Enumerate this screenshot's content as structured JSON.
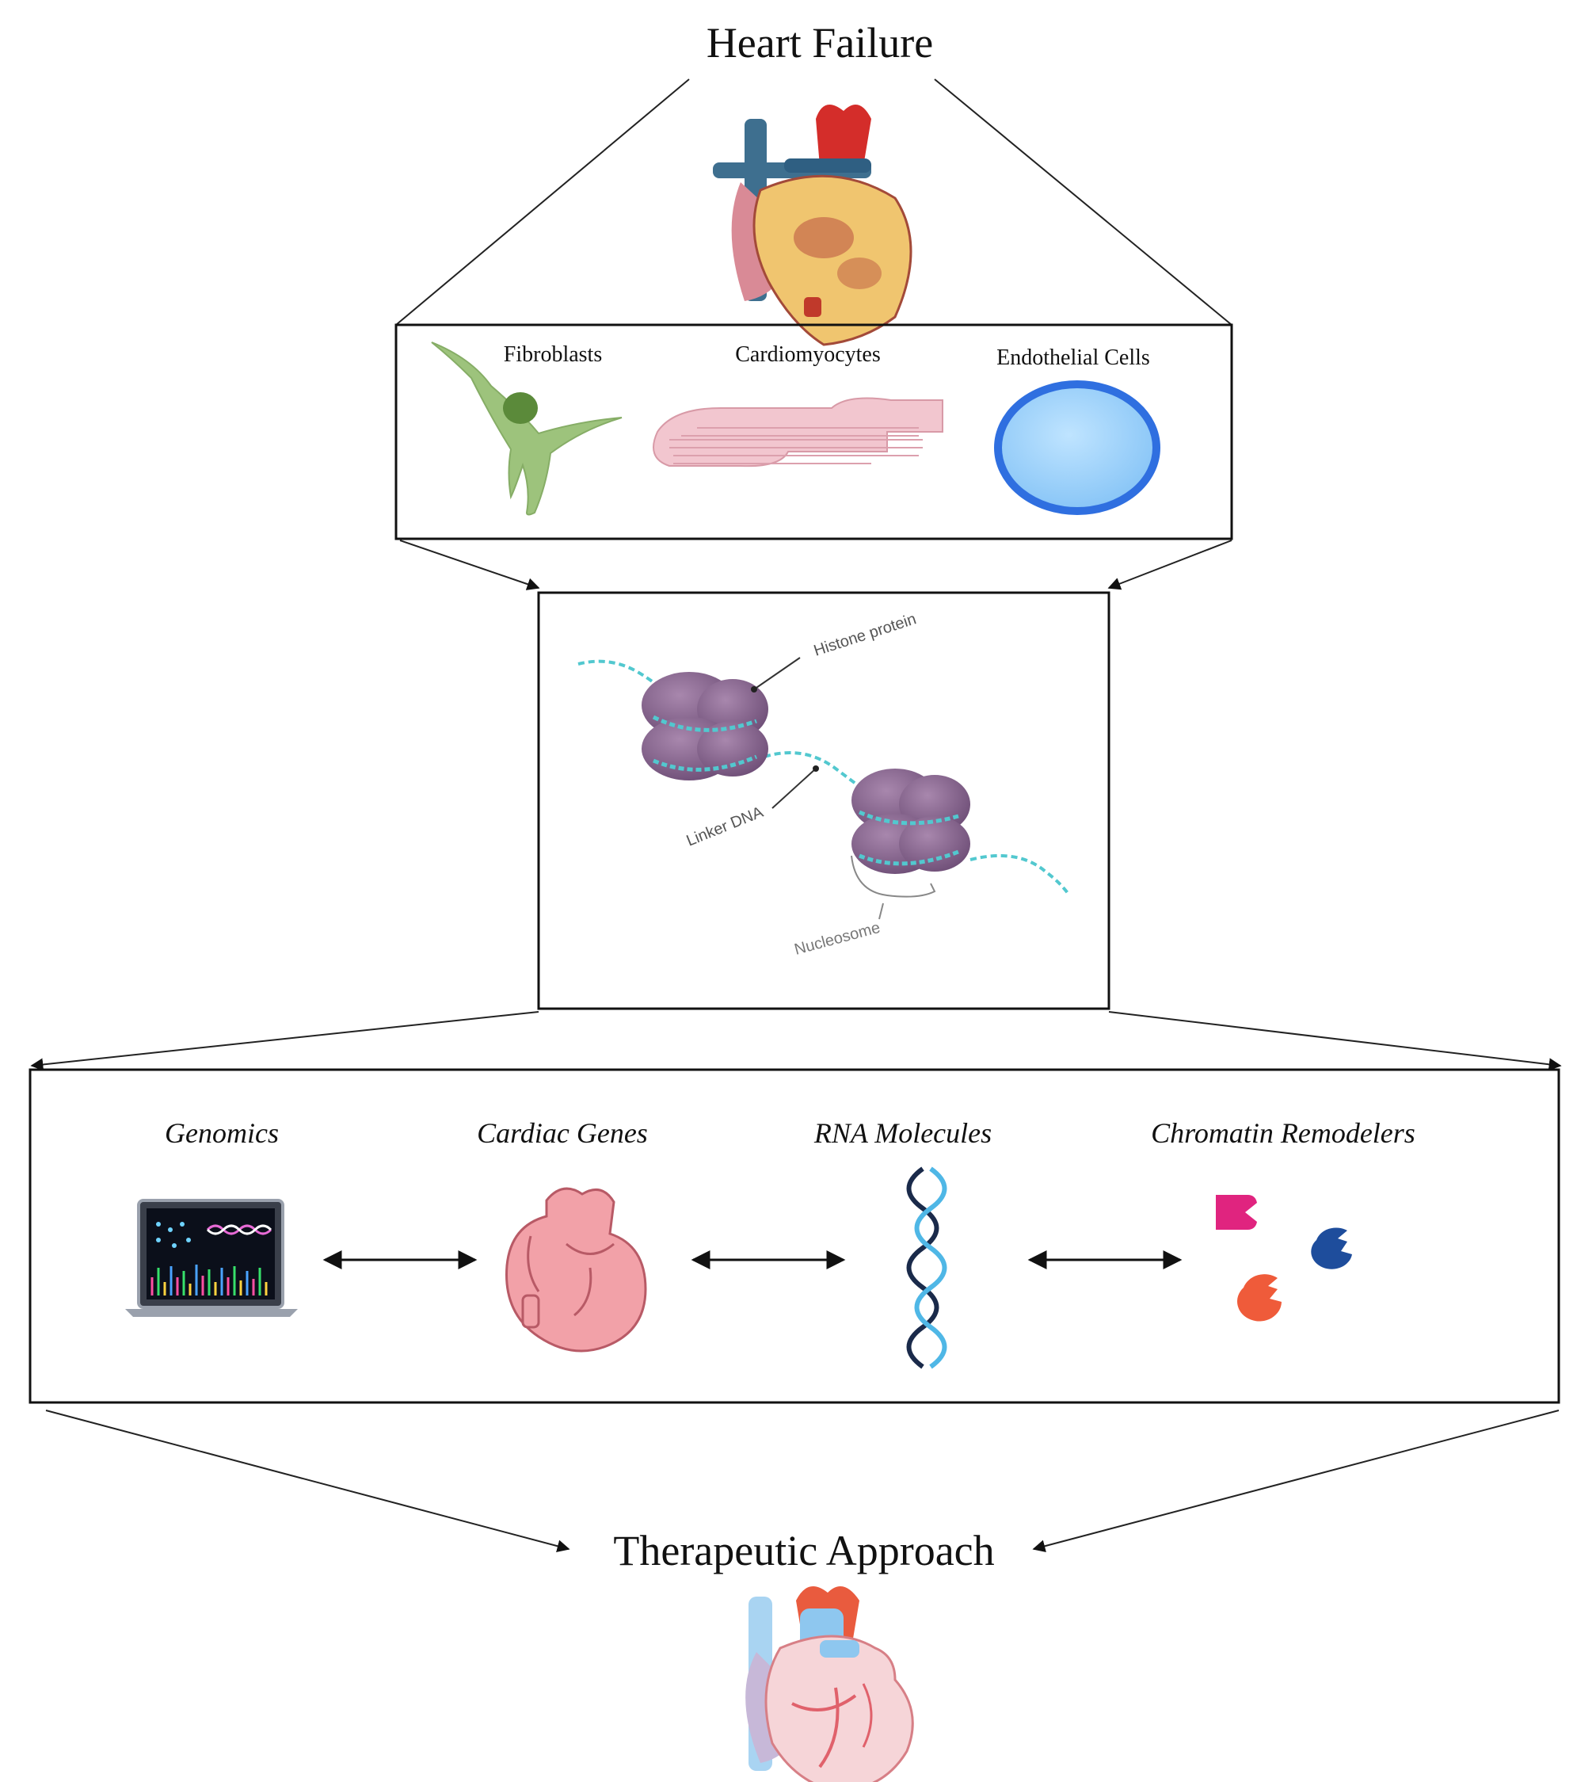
{
  "title": "Heart Failure",
  "cells": {
    "fibroblasts": "Fibroblasts",
    "cardiomyocytes": "Cardiomyocytes",
    "endothelial": "Endothelial Cells"
  },
  "chromatin": {
    "histone": "Histone protein",
    "linker": "Linker DNA",
    "nucleosome": "Nucleosome"
  },
  "mechanisms": {
    "genomics": "Genomics",
    "cardiac_genes": "Cardiac Genes",
    "rna": "RNA Molecules",
    "remodelers": "Chromatin Remodelers"
  },
  "conclusion": "Therapeutic Approach",
  "icons": {
    "top": "anatomical-heart-icon",
    "fibroblast": "fibroblast-cell-icon",
    "cardiomyocyte": "cardiomyocyte-fiber-icon",
    "endothelial": "endothelial-cell-icon",
    "laptop": "laptop-genomics-icon",
    "heart_small": "cardiac-heart-icon",
    "dna_helix": "rna-helix-icon",
    "pacman_shapes": "chromatin-remodeler-icon",
    "bottom": "therapeutic-heart-icon"
  },
  "colors": {
    "fibroblast": "#9dc37c",
    "cardiomyocyte": "#f2c6cf",
    "endothelial": "#4c8ff2",
    "histone": "#7d5a84",
    "dna": "#52c8cf",
    "remodeler_pink": "#e0247f",
    "remodeler_blue": "#1e4d9c",
    "remodeler_orange": "#ef5b3a"
  }
}
